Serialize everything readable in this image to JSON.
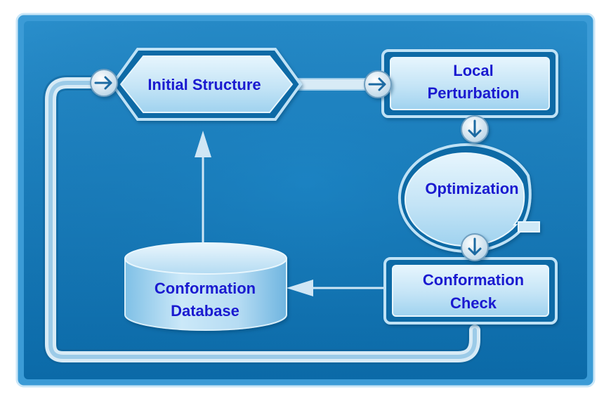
{
  "diagram": {
    "nodes": {
      "initial_structure": {
        "label": "Initial Structure"
      },
      "local_perturbation": {
        "line1": "Local",
        "line2": "Perturbation"
      },
      "optimization": {
        "label": "Optimization"
      },
      "conformation_check": {
        "line1": "Conformation",
        "line2": "Check"
      },
      "conformation_database": {
        "line1": "Conformation",
        "line2": "Database"
      }
    }
  },
  "colors": {
    "background_outer": "#1f84c4",
    "background_inner": "#0d72b3",
    "node_fill": "#cfe9f7",
    "node_fill_dark": "#8ec9ea",
    "connector": "#d8ebf6",
    "text": "#1a1ad0"
  }
}
